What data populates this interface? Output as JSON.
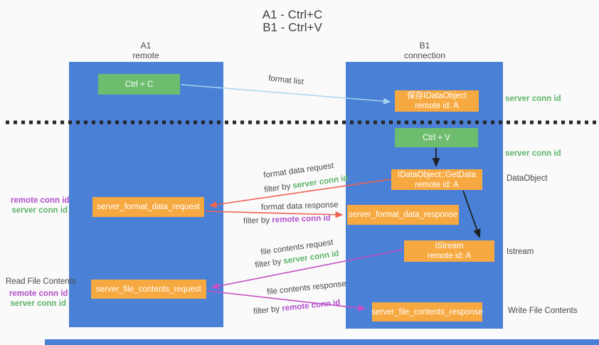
{
  "title": {
    "line1": "A1 - Ctrl+C",
    "line2": "B1 - Ctrl+V"
  },
  "columns": {
    "left": {
      "name": "A1",
      "subtitle": "remote"
    },
    "right": {
      "name": "B1",
      "subtitle": "connection"
    }
  },
  "keys": {
    "copy": "Ctrl + C",
    "paste": "Ctrl + V"
  },
  "boxes": {
    "save_dataobject": {
      "title": "保存IDataObject",
      "subtitle": "remote id: A"
    },
    "getdata": {
      "title": "IDataObject::GetData",
      "subtitle": "remote id: A"
    },
    "istream": {
      "title": "IStream",
      "subtitle": "remote id: A"
    },
    "format_request": {
      "title": "server_format_data_request"
    },
    "format_response": {
      "title": "server_format_data_response"
    },
    "file_request": {
      "title": "server_file_contents_request"
    },
    "file_response": {
      "title": "server_file_contents_response"
    }
  },
  "arrow_labels": {
    "format_list": "format list",
    "format_data_request": "format data request",
    "format_data_response": "format data response",
    "file_contents_request": "file contents request",
    "file_contents_response": "file contents response",
    "filter_by": "filter by ",
    "server_conn_id": "server conn id",
    "remote_conn_id": "remote conn id"
  },
  "side_labels": {
    "server_conn_id_top": "server conn id",
    "server_conn_id_mid": "server conn id",
    "dataobject": "DataObject",
    "istream": "Istream",
    "write_file_contents": "Write File Contents",
    "read_file_contents": "Read File Contents",
    "remote_conn_id_a": "remote conn id",
    "server_conn_id_a": "server conn id",
    "remote_conn_id_b": "remote conn id",
    "server_conn_id_b": "server conn id"
  },
  "colors": {
    "background": "#fafafa",
    "column_blue": "#4a80d6",
    "button_green": "#6ebd6e",
    "box_orange": "#f7a941",
    "label_green": "#5cb46a",
    "label_purple": "#b14fc9",
    "arrow_red": "#ee6352",
    "arrow_magenta": "#c44fc4",
    "arrow_lightblue": "#a9d4f0",
    "arrow_black": "#1f1f1f",
    "text_dark": "#454545"
  }
}
